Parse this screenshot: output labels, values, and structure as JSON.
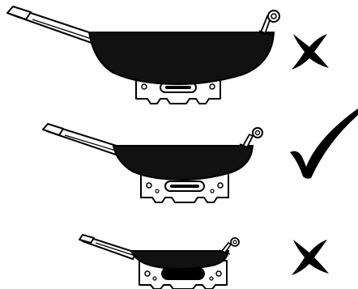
{
  "colors": {
    "ink": "#000000",
    "pan_fill": "#111111",
    "handle_fill": "#ffffff",
    "stand_fill": "#ffffff",
    "burner_fill": "#000000",
    "background": "#ffffff"
  },
  "rows": [
    {
      "pan_fit": "too-large",
      "indicator_icon": "cross-icon"
    },
    {
      "pan_fit": "correct",
      "indicator_icon": "check-icon"
    },
    {
      "pan_fit": "too-small",
      "indicator_icon": "cross-icon"
    }
  ]
}
